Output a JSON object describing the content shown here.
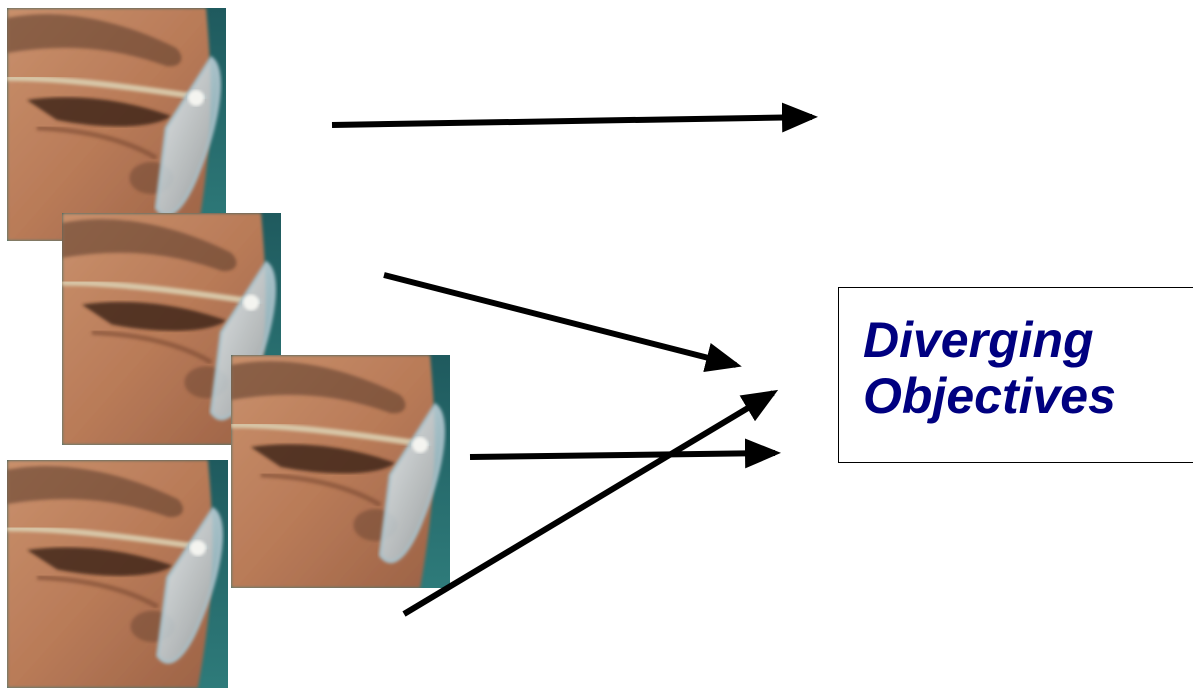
{
  "label": {
    "line1": "Diverging",
    "line2": "Objectives"
  },
  "colors": {
    "label_text": "#000080",
    "arrow": "#000000",
    "box_border": "#000000",
    "background": "#ffffff"
  },
  "images": [
    {
      "name": "face-photo",
      "description": "close-up of a face with rimless glasses"
    },
    {
      "name": "face-photo",
      "description": "close-up of a face with rimless glasses"
    },
    {
      "name": "face-photo",
      "description": "close-up of a face with rimless glasses"
    },
    {
      "name": "face-photo",
      "description": "close-up of a face with rimless glasses"
    }
  ]
}
